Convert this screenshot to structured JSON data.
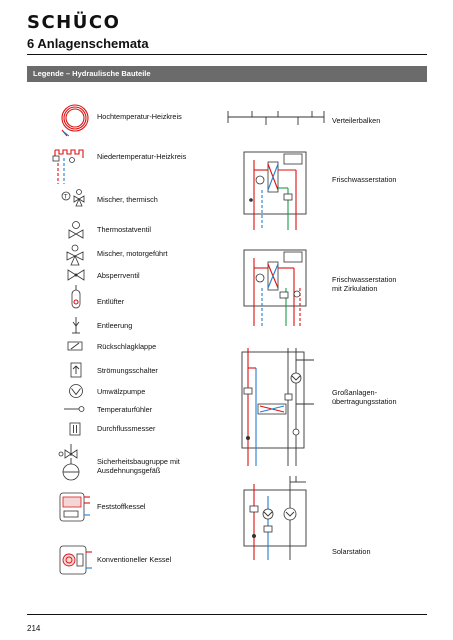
{
  "brand": "SCHÜCO",
  "page_title": "6 Anlagenschemata",
  "legend_header": "Legende – Hydraulische Bauteile",
  "left_items": [
    {
      "icon": "high-temp-circuit-icon",
      "label": "Hochtemperatur-Heizkreis"
    },
    {
      "icon": "low-temp-circuit-icon",
      "label": "Niedertemperatur-Heizkreis"
    },
    {
      "icon": "thermal-mixer-icon",
      "label": "Mischer, thermisch"
    },
    {
      "icon": "thermostat-valve-icon",
      "label": "Thermostatventil"
    },
    {
      "icon": "motor-mixer-icon",
      "label": "Mischer, motorgeführt"
    },
    {
      "icon": "shutoff-valve-icon",
      "label": "Absperrventil"
    },
    {
      "icon": "vent-icon",
      "label": "Entlüfter"
    },
    {
      "icon": "drain-icon",
      "label": "Entleerung"
    },
    {
      "icon": "check-valve-icon",
      "label": "Rückschlagklappe"
    },
    {
      "icon": "flow-switch-icon",
      "label": "Strömungsschalter"
    },
    {
      "icon": "circulation-pump-icon",
      "label": "Umwälzpumpe"
    },
    {
      "icon": "temperature-sensor-icon",
      "label": "Temperaturfühler"
    },
    {
      "icon": "flow-meter-icon",
      "label": "Durchflussmesser"
    },
    {
      "icon": "safety-group-icon",
      "label_line1": "Sicherheitsbaugruppe mit",
      "label_line2": "Ausdehnungsgefäß"
    },
    {
      "icon": "solid-fuel-boiler-icon",
      "label": "Feststoffkessel"
    },
    {
      "icon": "conventional-boiler-icon",
      "label": "Konventioneller Kessel"
    }
  ],
  "right_items": [
    {
      "icon": "distribution-bar-icon",
      "label": "Verteilerbalken"
    },
    {
      "icon": "fresh-water-station-icon",
      "label": "Frischwasserstation"
    },
    {
      "icon": "fresh-water-circ-station-icon",
      "label_line1": "Frischwasserstation",
      "label_line2": "mit Zirkulation"
    },
    {
      "icon": "large-transfer-station-icon",
      "label_line1": "Großanlagen-",
      "label_line2": "übertragungsstation"
    },
    {
      "icon": "solar-station-icon",
      "label": "Solarstation"
    }
  ],
  "page_number": "214"
}
